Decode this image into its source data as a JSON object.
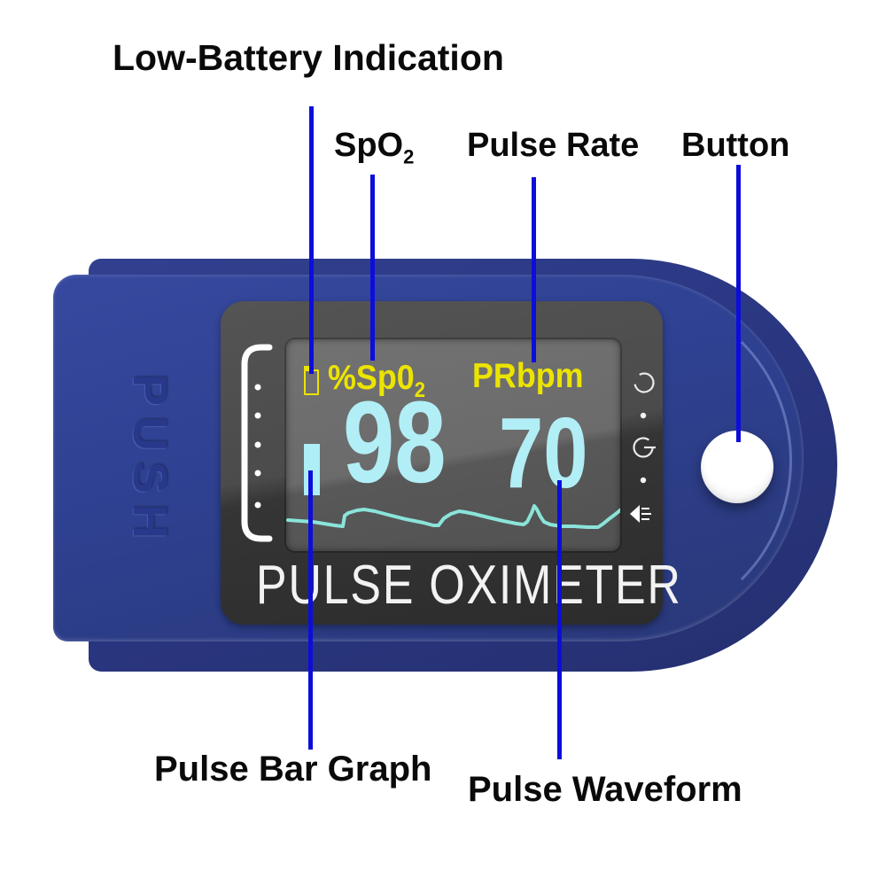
{
  "title_labels": {
    "low_battery": "Low-Battery Indication",
    "spo2": {
      "text": "SpO",
      "sub": "2"
    },
    "pulse_rate": "Pulse Rate",
    "button": "Button",
    "pulse_bar_graph": "Pulse Bar Graph",
    "pulse_waveform": "Pulse Waveform"
  },
  "device": {
    "push_label": "PUSH",
    "brand_label": "PULSE OXIMETER",
    "display": {
      "spo2_header": {
        "text": "%Sp0",
        "sub": "2"
      },
      "pr_header": "PRbpm",
      "spo2_value": "98",
      "pr_value": "70",
      "waveform_points": "2,204 30,206 55,210 64,211 66,199 70,196 80,193 88,192 100,194 115,198 135,203 155,207 166,210 172,210 178,202 186,197 195,194 202,195 212,197 228,201 245,205 260,208 268,209 272,206 277,196 280,188 283,192 287,200 291,206 298,209 310,211 325,211 340,212 352,212 358,208 364,203 372,197 378,192 382,190"
    },
    "icons": {
      "battery": "low-battery-icon",
      "pulse_bar": "pulse-bar-graph",
      "side_column": [
        "circle-indicator-icon",
        "dot",
        "power-icon",
        "dot",
        "bell-icon"
      ]
    }
  },
  "colors": {
    "callout_line": "#0d0ddb",
    "label_text": "#0a0a0a",
    "body_blue": "#2e4090",
    "back_shell_blue": "#2a3680",
    "bezel_gray": "#4b4b4b",
    "screen_gray": "#6b6b6b",
    "display_yellow": "#ece400",
    "display_cyan": "#b2eef6",
    "waveform_cyan": "#8ae4da",
    "button_white": "#ffffff"
  }
}
